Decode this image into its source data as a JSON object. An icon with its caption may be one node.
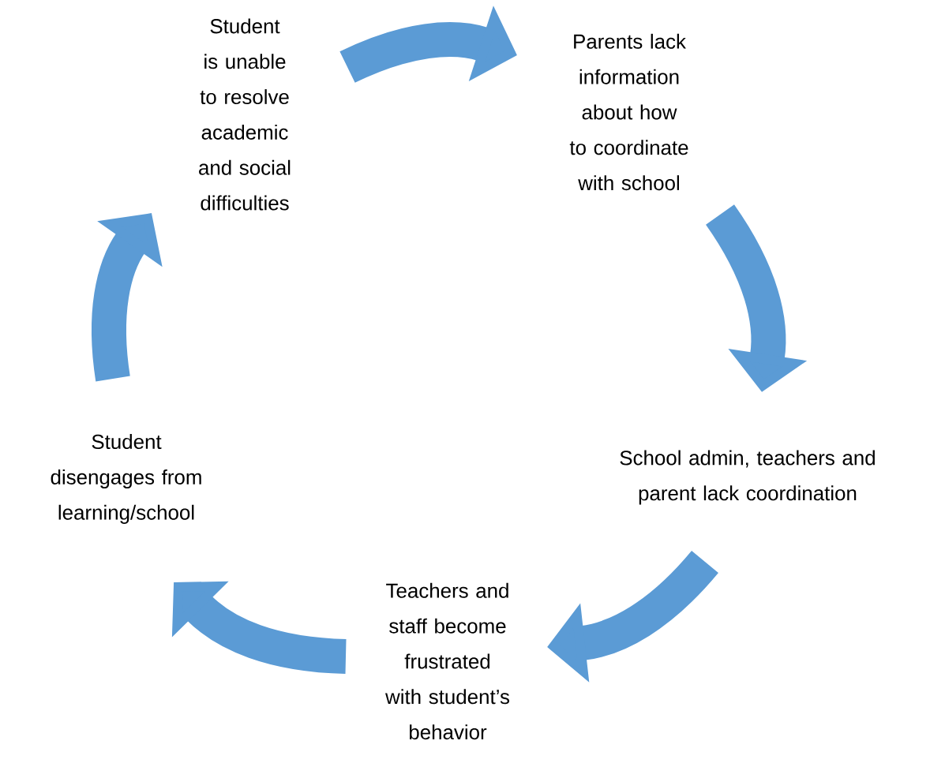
{
  "diagram": {
    "nodes": [
      {
        "text": [
          "Student is unable to resolve academic and social difficulties"
        ]
      },
      {
        "text": [
          "Parents lack information about how to coordinate with school"
        ]
      },
      {
        "text": [
          "School admin, teachers and parent lack coordination"
        ]
      },
      {
        "text": [
          "Teachers and staff become frustrated with student’s behavior"
        ]
      },
      {
        "text": [
          "Student disengages from learning/school"
        ]
      }
    ],
    "edges": [
      {
        "from": 0,
        "to": 1,
        "arrow": "to"
      },
      {
        "from": 1,
        "to": 2,
        "arrow": "to"
      },
      {
        "from": 2,
        "to": 3,
        "arrow": "to"
      },
      {
        "from": 3,
        "to": 4,
        "arrow": "to"
      },
      {
        "from": 4,
        "to": 0,
        "arrow": "to"
      }
    ]
  }
}
